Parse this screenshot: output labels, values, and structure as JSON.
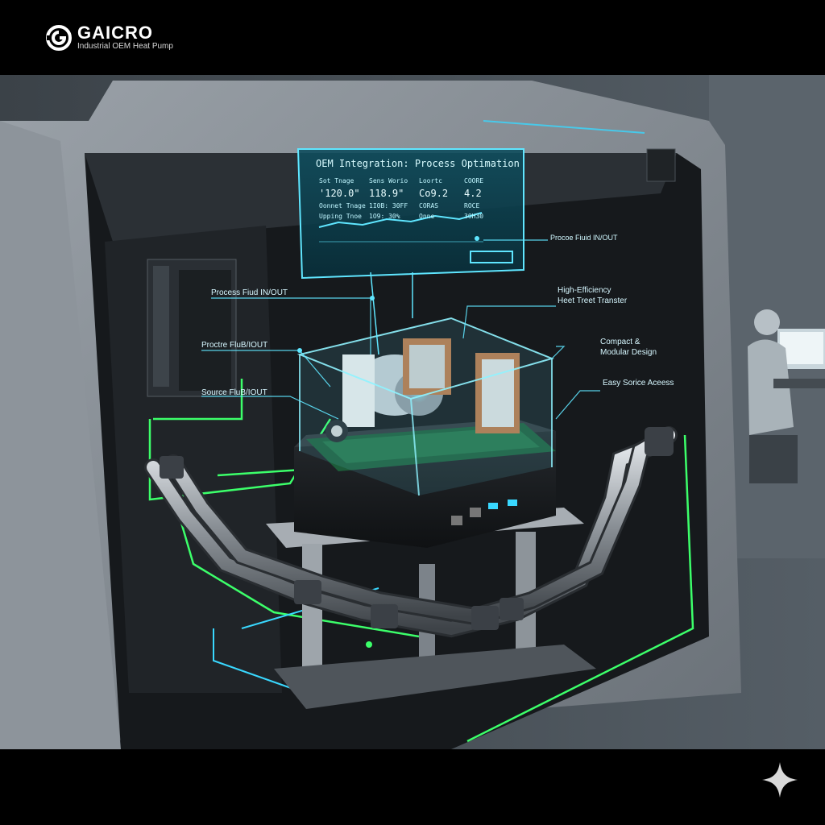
{
  "brand": {
    "name": "GAICRO",
    "subtitle": "Industrial OEM Heat Pump"
  },
  "hud": {
    "title": "OEM Integration: Process Optimation",
    "rows": [
      [
        "Sot Tnage",
        "Sens Worio",
        "Loortc",
        "COORE"
      ],
      [
        "'120.0\"",
        "118.9\"",
        "Co9.2",
        "4.2"
      ],
      [
        "Oonnet Tnage",
        "1I0B: 30FF",
        "CORAS",
        "ROCE"
      ],
      [
        "Upping Tnoe",
        "1O9: 30%",
        "Onne",
        "3OH30"
      ]
    ],
    "side_label": "Procoe Fiuid IN/OUT"
  },
  "callouts": {
    "process_fluid_left": "Process Fiud IN/OUT",
    "process_fluid_mid": "Proctre FluB/IOUT",
    "source_fluid": "Source FluB/IOUT",
    "high_efficiency_line1": "High-Efficiency",
    "high_efficiency_line2": "Heet Treet Transter",
    "compact_line1": "Compact &",
    "compact_line2": "Modular Design",
    "service_access": "Easy Sorice Aceess"
  },
  "colors": {
    "hud_cyan": "#39d8ff",
    "pipe_green": "#3cff6a",
    "panel_gray": "#7f868e",
    "background": "#000000"
  },
  "icons": [
    "gaicro-logo-icon",
    "sparkle-icon"
  ]
}
